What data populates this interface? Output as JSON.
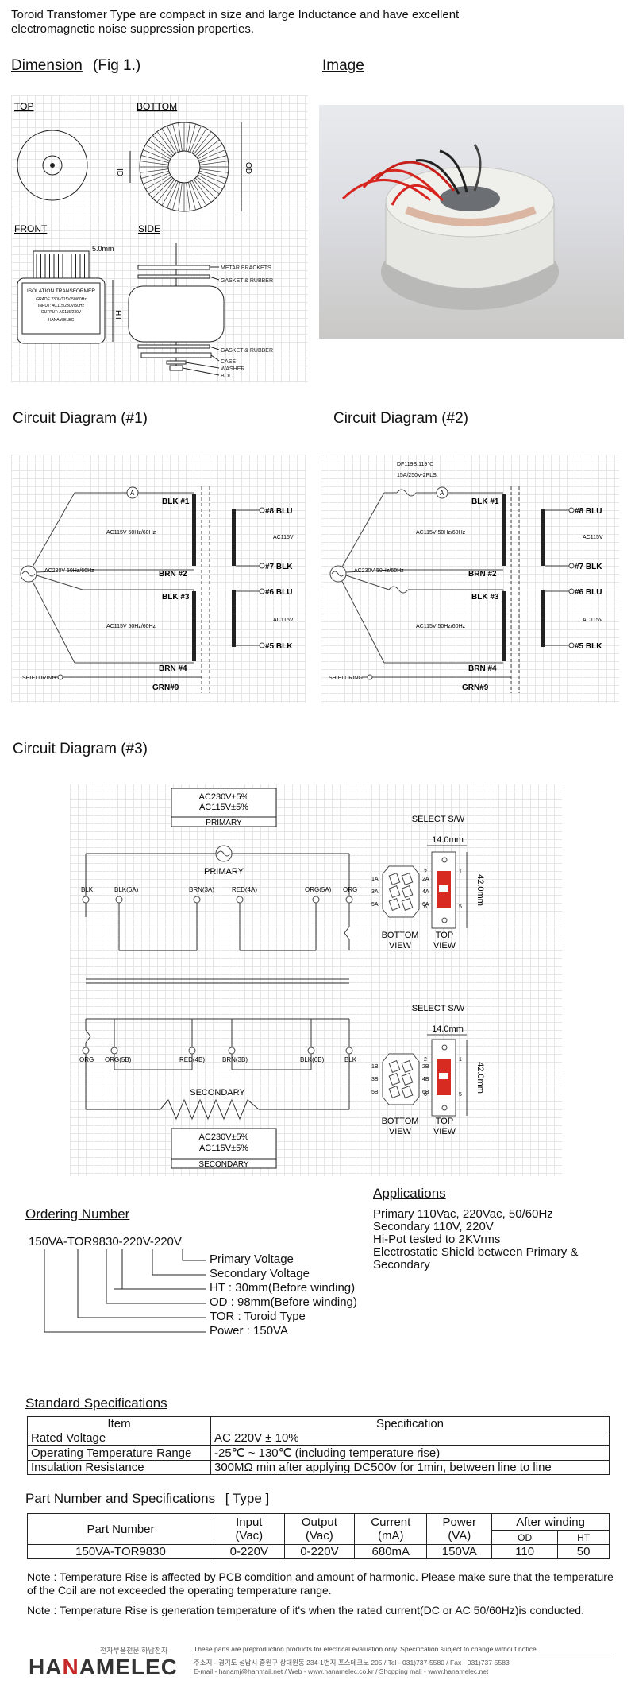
{
  "intro": "Toroid Transfomer Type are compact in size and large Inductance and have excellent electromagnetic noise suppression properties.",
  "dimension": {
    "title": "Dimension",
    "fig": "(Fig 1.)",
    "labels": {
      "top": "TOP",
      "bottom": "BOTTOM",
      "front": "FRONT",
      "side": "SIDE",
      "id": "ID",
      "od": "OD",
      "ht": "HT",
      "gap": "5.0mm"
    },
    "plate": [
      "ISOLATION TRANSFORMER",
      "GRADE 230V/115V-50/60Hz",
      "INPUT: AC115/230V/50Hz",
      "OUTPUT: AC115/230V",
      "HANAM ELEC"
    ],
    "side_labels": [
      "METAR BRACKETS",
      "GASKET & RUBBER",
      "GASKET & RUBBER",
      "CASE",
      "WASHER",
      "BOLT"
    ]
  },
  "image_title": "Image",
  "circuit1": {
    "title": "Circuit Diagram (#1)",
    "src": "AC230V 50Hz/60Hz",
    "amp": "A",
    "prim": [
      "BLK #1",
      "BRN #2",
      "BLK #3",
      "BRN #4"
    ],
    "prim_volt": [
      "AC115V 50Hz/60Hz",
      "AC115V 50Hz/60Hz"
    ],
    "shield": "SHIELDRING",
    "grn": "GRN#9",
    "sec": [
      "#8  BLU",
      "#7  BLK",
      "#6  BLU",
      "#5  BLK"
    ],
    "sec_volt": [
      "AC115V",
      "AC115V"
    ]
  },
  "circuit2": {
    "title": "Circuit Diagram  (#2)",
    "fuse": [
      "DF119S.119℃",
      "15A/250V-2PLS."
    ],
    "src": "AC230V 50Hz/60Hz",
    "amp": "A",
    "prim": [
      "BLK #1",
      "BRN #2",
      "BLK #3",
      "BRN #4"
    ],
    "prim_volt": [
      "AC115V 50Hz/60Hz",
      "AC115V 50Hz/60Hz"
    ],
    "shield": "SHIELDRING",
    "grn": "GRN#9",
    "sec": [
      "#8  BLU",
      "#7  BLK",
      "#6  BLU",
      "#5  BLK"
    ],
    "sec_volt": [
      "AC115V",
      "AC115V"
    ]
  },
  "circuit3": {
    "title": "Circuit Diagram  (#3)",
    "primary_box": [
      "AC230V±5%",
      "AC115V±5%",
      "PRIMARY"
    ],
    "primary_label": "PRIMARY",
    "primary_terms": [
      "BLK",
      "BLK(6A)",
      "BRN(3A)",
      "RED(4A)",
      "ORG(5A)",
      "ORG"
    ],
    "secondary_label": "SECONDARY",
    "secondary_terms": [
      "ORG",
      "ORG(5B)",
      "RED(4B)",
      "BRN(3B)",
      "BLK(6B)",
      "BLK"
    ],
    "secondary_box": [
      "AC230V±5%",
      "AC115V±5%",
      "SECONDARY"
    ],
    "select": "SELECT S/W",
    "width": "14.0mm",
    "height": "42.0mm",
    "bottom_view": [
      "BOTTOM",
      "VIEW"
    ],
    "top_view": [
      "TOP",
      "VIEW"
    ],
    "pins_a": [
      "1A",
      "5A",
      "3A",
      "2A",
      "4A",
      "6A"
    ],
    "pins_b": [
      "1B",
      "3B",
      "5B",
      "2B",
      "4B",
      "6B"
    ],
    "sw_pins": [
      "2",
      "1",
      "6",
      "5"
    ]
  },
  "applications": {
    "title": "Applications",
    "lines": [
      "Primary 110Vac, 220Vac, 50/60Hz",
      "Secondary 110V, 220V",
      "Hi-Pot tested to 2KVrms",
      "Electrostatic Shield between Primary &",
      "Secondary"
    ]
  },
  "ordering": {
    "title": "Ordering Number",
    "code": "150VA-TOR9830-220V-220V",
    "items": [
      "Primary Voltage",
      "Secondary Voltage",
      "HT : 30mm(Before winding)",
      "OD : 98mm(Before winding)",
      "TOR : Toroid Type",
      "Power : 150VA"
    ]
  },
  "standard": {
    "title": "Standard Specifications",
    "headers": [
      "Item",
      "Specification"
    ],
    "rows": [
      [
        "Rated Voltage",
        "AC 220V ± 10%"
      ],
      [
        "Operating Temperature Range",
        "-25℃ ~ 130℃ (including temperature rise)"
      ],
      [
        "Insulation Resistance",
        "300MΩ min after applying DC500v for 1min, between line to line"
      ]
    ]
  },
  "partnumber": {
    "title": "Part Number and Specifications",
    "type": "[ Type ]",
    "headers": {
      "part": "Part   Number",
      "input": "Input",
      "input_u": "(Vac)",
      "output": "Output",
      "output_u": "(Vac)",
      "current": "Current",
      "current_u": "(mA)",
      "power": "Power",
      "power_u": "(VA)",
      "after": "After winding",
      "od": "OD",
      "ht": "HT"
    },
    "row": [
      "150VA-TOR9830",
      "0-220V",
      "0-220V",
      "680mA",
      "150VA",
      "110",
      "50"
    ]
  },
  "notes": [
    "Note : Temperature Rise is affected by PCB comdition and amount of harmonic. Please make sure that the temperature of the Coil are not exceeded the operating temperature range.",
    "Note : Temperature Rise is generation temperature of it's when the rated current(DC or AC 50/60Hz)is conducted."
  ],
  "footer": {
    "logo_a": "HA",
    "logo_n": "N",
    "logo_b": "AMELEC",
    "korean": "전자부품전문 하남전자",
    "disclaimer": "These parts are preproduction products for electrical evaluation only. Specification subject to change without notice.",
    "address": "주소지 - 경기도 성남시 중원구 상대원동 234-1번지 포스테크노 205  /  Tel - 031)737-5580  /  Fax - 031)737-5583",
    "contact": "E-mail - hanamj@hanmail.net  /  Web - www.hanamelec.co.kr  /  Shopping mall - www.hanamelec.net"
  },
  "colors": {
    "accent": "#c62828",
    "grid": "#e6e6e6",
    "photo_bg": "#dcdde2"
  }
}
